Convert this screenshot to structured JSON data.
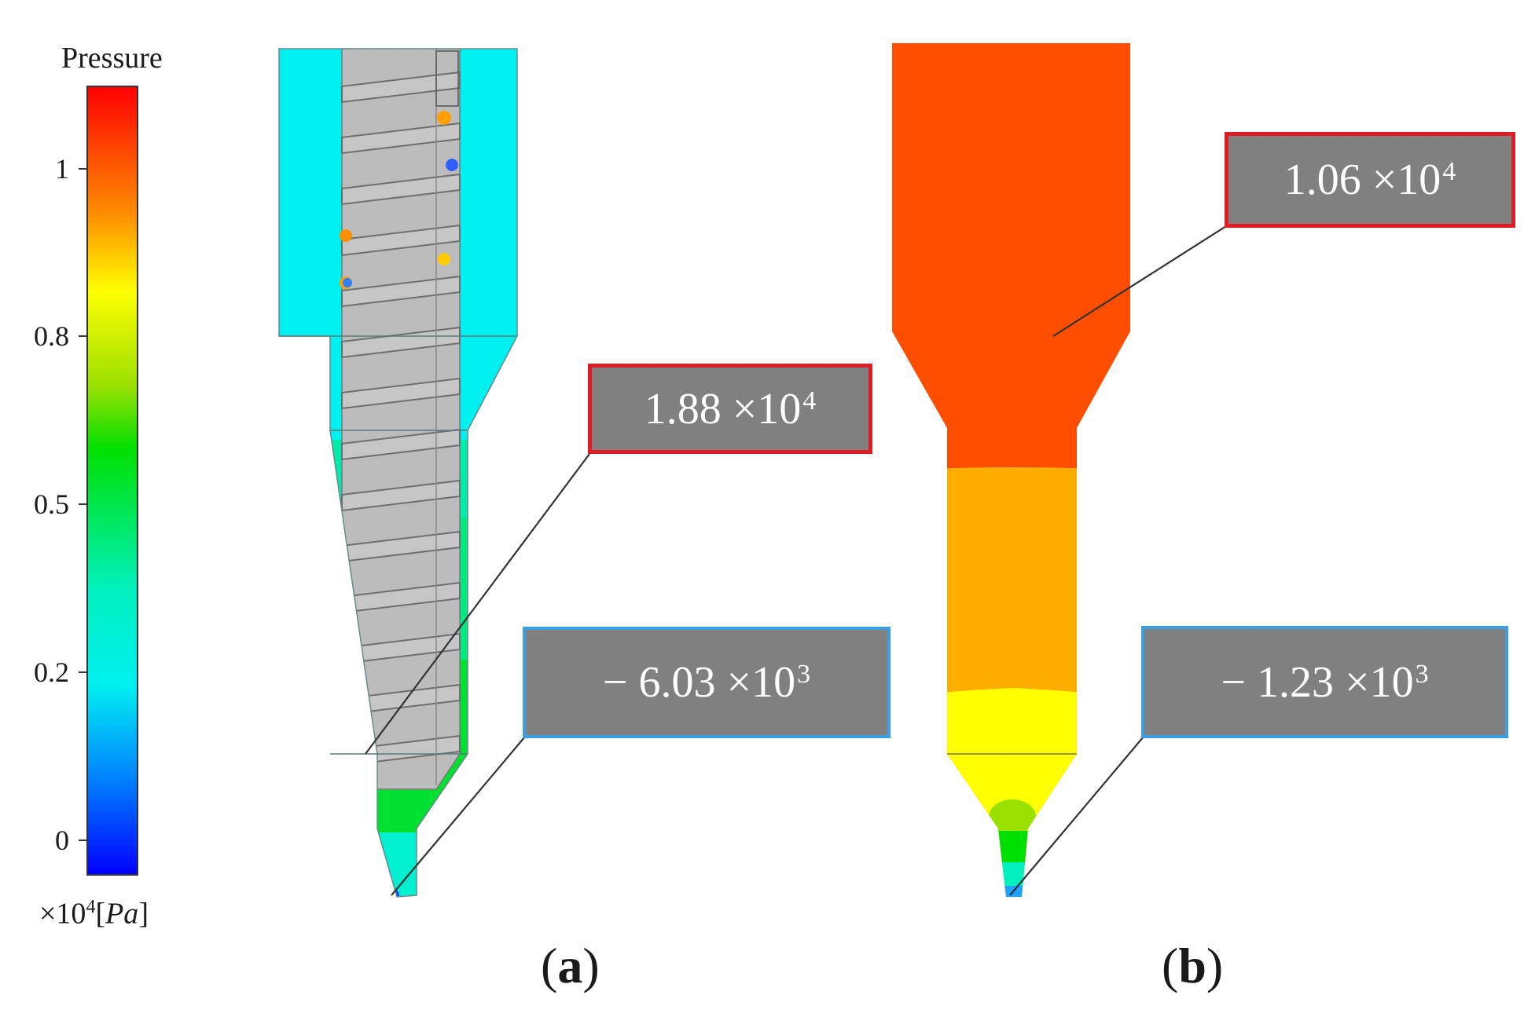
{
  "legend": {
    "title": "Pressure",
    "ticks": [
      "1",
      "0.8",
      "0.5",
      "0.2",
      "0"
    ],
    "units_prefix": "×10",
    "units_exp": "4",
    "units_symbol": "Pa"
  },
  "panels": [
    {
      "label_letter": "a",
      "max_value": {
        "mantissa": "1.88 ×10",
        "exp": "4",
        "border_color": "#dd1c25"
      },
      "min_value": {
        "mantissa": "− 6.03 ×10",
        "exp": "3",
        "border_color": "#3b9ee0"
      }
    },
    {
      "label_letter": "b",
      "max_value": {
        "mantissa": "1.06 ×10",
        "exp": "4",
        "border_color": "#dd1c25"
      },
      "min_value": {
        "mantissa": "− 1.23 ×10",
        "exp": "3",
        "border_color": "#3b9ee0"
      }
    }
  ],
  "colors": {
    "background_fluid_a": "#00f0f0",
    "screw": "#bcbcbc",
    "zone_top_b": "#ff4e00",
    "zone_mid_b": "#ffae00",
    "zone_low_b": "#ffff00"
  }
}
